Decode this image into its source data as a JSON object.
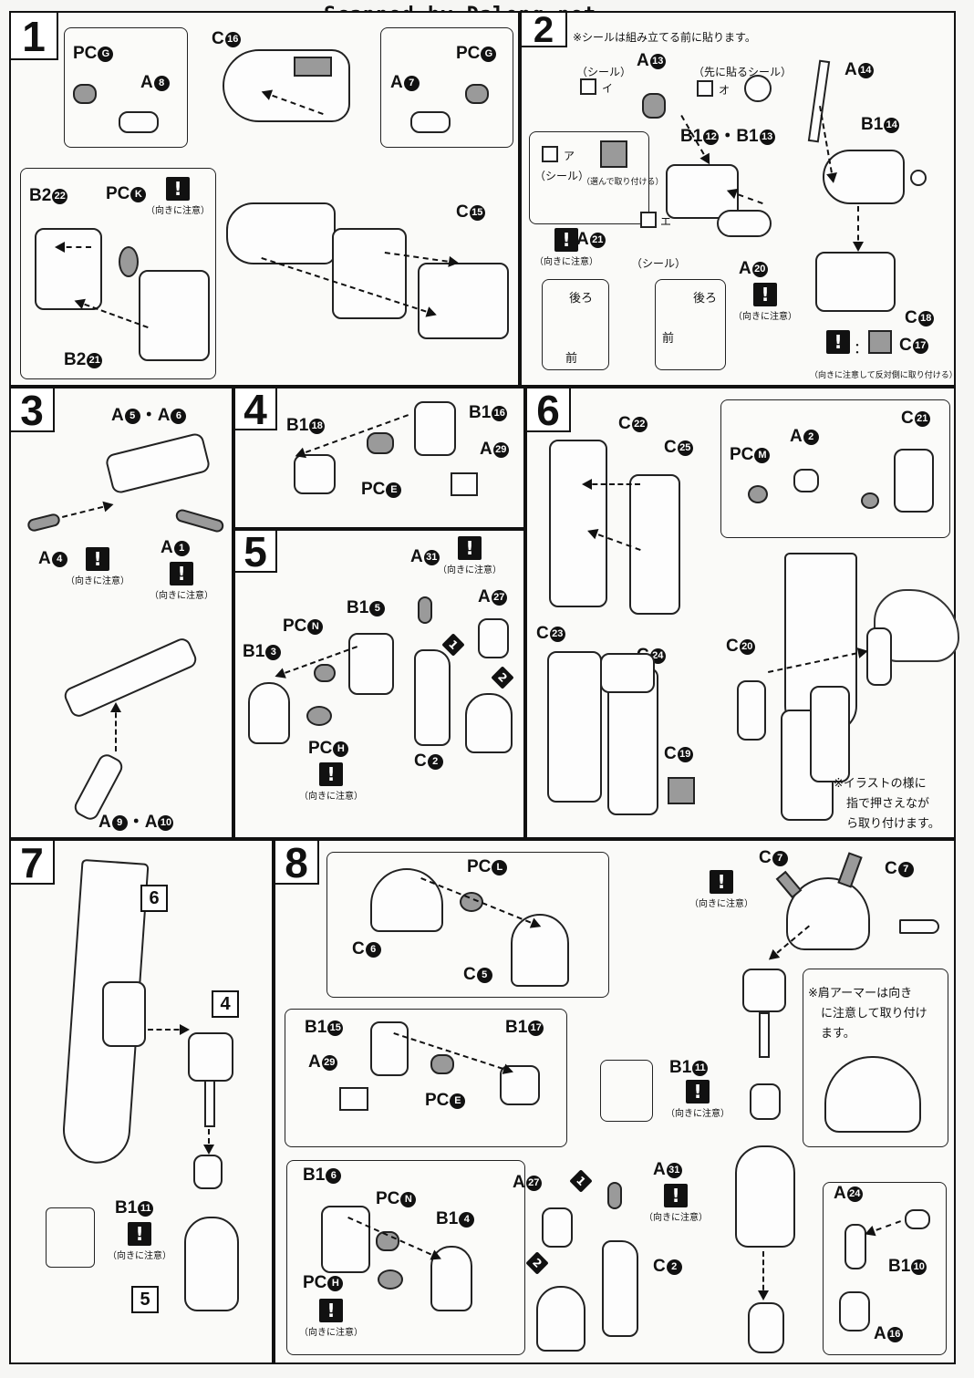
{
  "header": {
    "scan_credit": "Scanned by Dalong.net"
  },
  "notes": {
    "caution": "（向きに注意）",
    "sticker": "（シール）",
    "pre_sticker": "（先に貼るシール）",
    "choose": "（選んで取り付ける）",
    "step2_note": "※シールは組み立てる前に貼ります。",
    "back": "後ろ",
    "front": "前",
    "opposite": "（向きに注意して反対側に取り付ける）",
    "finger_note_1": "※イラストの様に",
    "finger_note_2": "指で押さえなが",
    "finger_note_3": "ら取り付けます。",
    "shoulder_note_1": "※肩アーマーは向き",
    "shoulder_note_2": "に注意して取り付け",
    "shoulder_note_3": "ます。",
    "stk_a": "ア",
    "stk_i": "イ",
    "stk_e": "エ",
    "stk_o": "オ"
  },
  "steps": [
    {
      "num": "1"
    },
    {
      "num": "2"
    },
    {
      "num": "3"
    },
    {
      "num": "4"
    },
    {
      "num": "5"
    },
    {
      "num": "6"
    },
    {
      "num": "7"
    },
    {
      "num": "8"
    }
  ],
  "labels": {
    "s1": {
      "pcg": [
        "PC",
        "G"
      ],
      "a8": [
        "A",
        "8"
      ],
      "c16": [
        "C",
        "16"
      ],
      "a7": [
        "A",
        "7"
      ],
      "b222": [
        "B2",
        "22"
      ],
      "pck": [
        "PC",
        "K"
      ],
      "c15": [
        "C",
        "15"
      ],
      "b221": [
        "B2",
        "21"
      ]
    },
    "s2": {
      "a13": [
        "A",
        "13"
      ],
      "b112": [
        "B1",
        "12"
      ],
      "b113": [
        "B1",
        "13"
      ],
      "a21": [
        "A",
        "21"
      ],
      "a20": [
        "A",
        "20"
      ],
      "a14": [
        "A",
        "14"
      ],
      "b114": [
        "B1",
        "14"
      ],
      "c18": [
        "C",
        "18"
      ],
      "c17": [
        "C",
        "17"
      ]
    },
    "s3": {
      "a56": [
        "A",
        "5"
      ],
      "a6": [
        "A",
        "6"
      ],
      "a4": [
        "A",
        "4"
      ],
      "a1": [
        "A",
        "1"
      ],
      "a9": [
        "A",
        "9"
      ],
      "a10": [
        "A",
        "10"
      ]
    },
    "s4": {
      "b118": [
        "B1",
        "18"
      ],
      "b116": [
        "B1",
        "16"
      ],
      "pce": [
        "PC",
        "E"
      ],
      "a29": [
        "A",
        "29"
      ]
    },
    "s5": {
      "b13": [
        "B1",
        "3"
      ],
      "pcn": [
        "PC",
        "N"
      ],
      "b15": [
        "B1",
        "5"
      ],
      "pch": [
        "PC",
        "H"
      ],
      "a31": [
        "A",
        "31"
      ],
      "a27": [
        "A",
        "27"
      ],
      "c2": [
        "C",
        "2"
      ]
    },
    "s6": {
      "c22": [
        "C",
        "22"
      ],
      "c25": [
        "C",
        "25"
      ],
      "pcm": [
        "PC",
        "M"
      ],
      "a2": [
        "A",
        "2"
      ],
      "c21": [
        "C",
        "21"
      ],
      "c23": [
        "C",
        "23"
      ],
      "c24": [
        "C",
        "24"
      ],
      "c20": [
        "C",
        "20"
      ],
      "c19": [
        "C",
        "19"
      ]
    },
    "s7": {
      "ref6": "6",
      "ref4": "4",
      "ref5": "5",
      "b111": [
        "B1",
        "11"
      ]
    },
    "s8": {
      "pcl": [
        "PC",
        "L"
      ],
      "c6": [
        "C",
        "6"
      ],
      "c5": [
        "C",
        "5"
      ],
      "c7a": [
        "C",
        "7"
      ],
      "c7b": [
        "C",
        "7"
      ],
      "b115": [
        "B1",
        "15"
      ],
      "b117": [
        "B1",
        "17"
      ],
      "a29": [
        "A",
        "29"
      ],
      "pce": [
        "PC",
        "E"
      ],
      "b111": [
        "B1",
        "11"
      ],
      "b16": [
        "B1",
        "6"
      ],
      "pcn": [
        "PC",
        "N"
      ],
      "b14": [
        "B1",
        "4"
      ],
      "pch": [
        "PC",
        "H"
      ],
      "a27": [
        "A",
        "27"
      ],
      "a31": [
        "A",
        "31"
      ],
      "c2": [
        "C",
        "2"
      ],
      "a24": [
        "A",
        "24"
      ],
      "b110": [
        "B1",
        "10"
      ],
      "a16": [
        "A",
        "16"
      ]
    }
  },
  "symbols": {
    "warn": "!",
    "order1": "1",
    "order2": "2",
    "dot": "・",
    "colon": "："
  }
}
